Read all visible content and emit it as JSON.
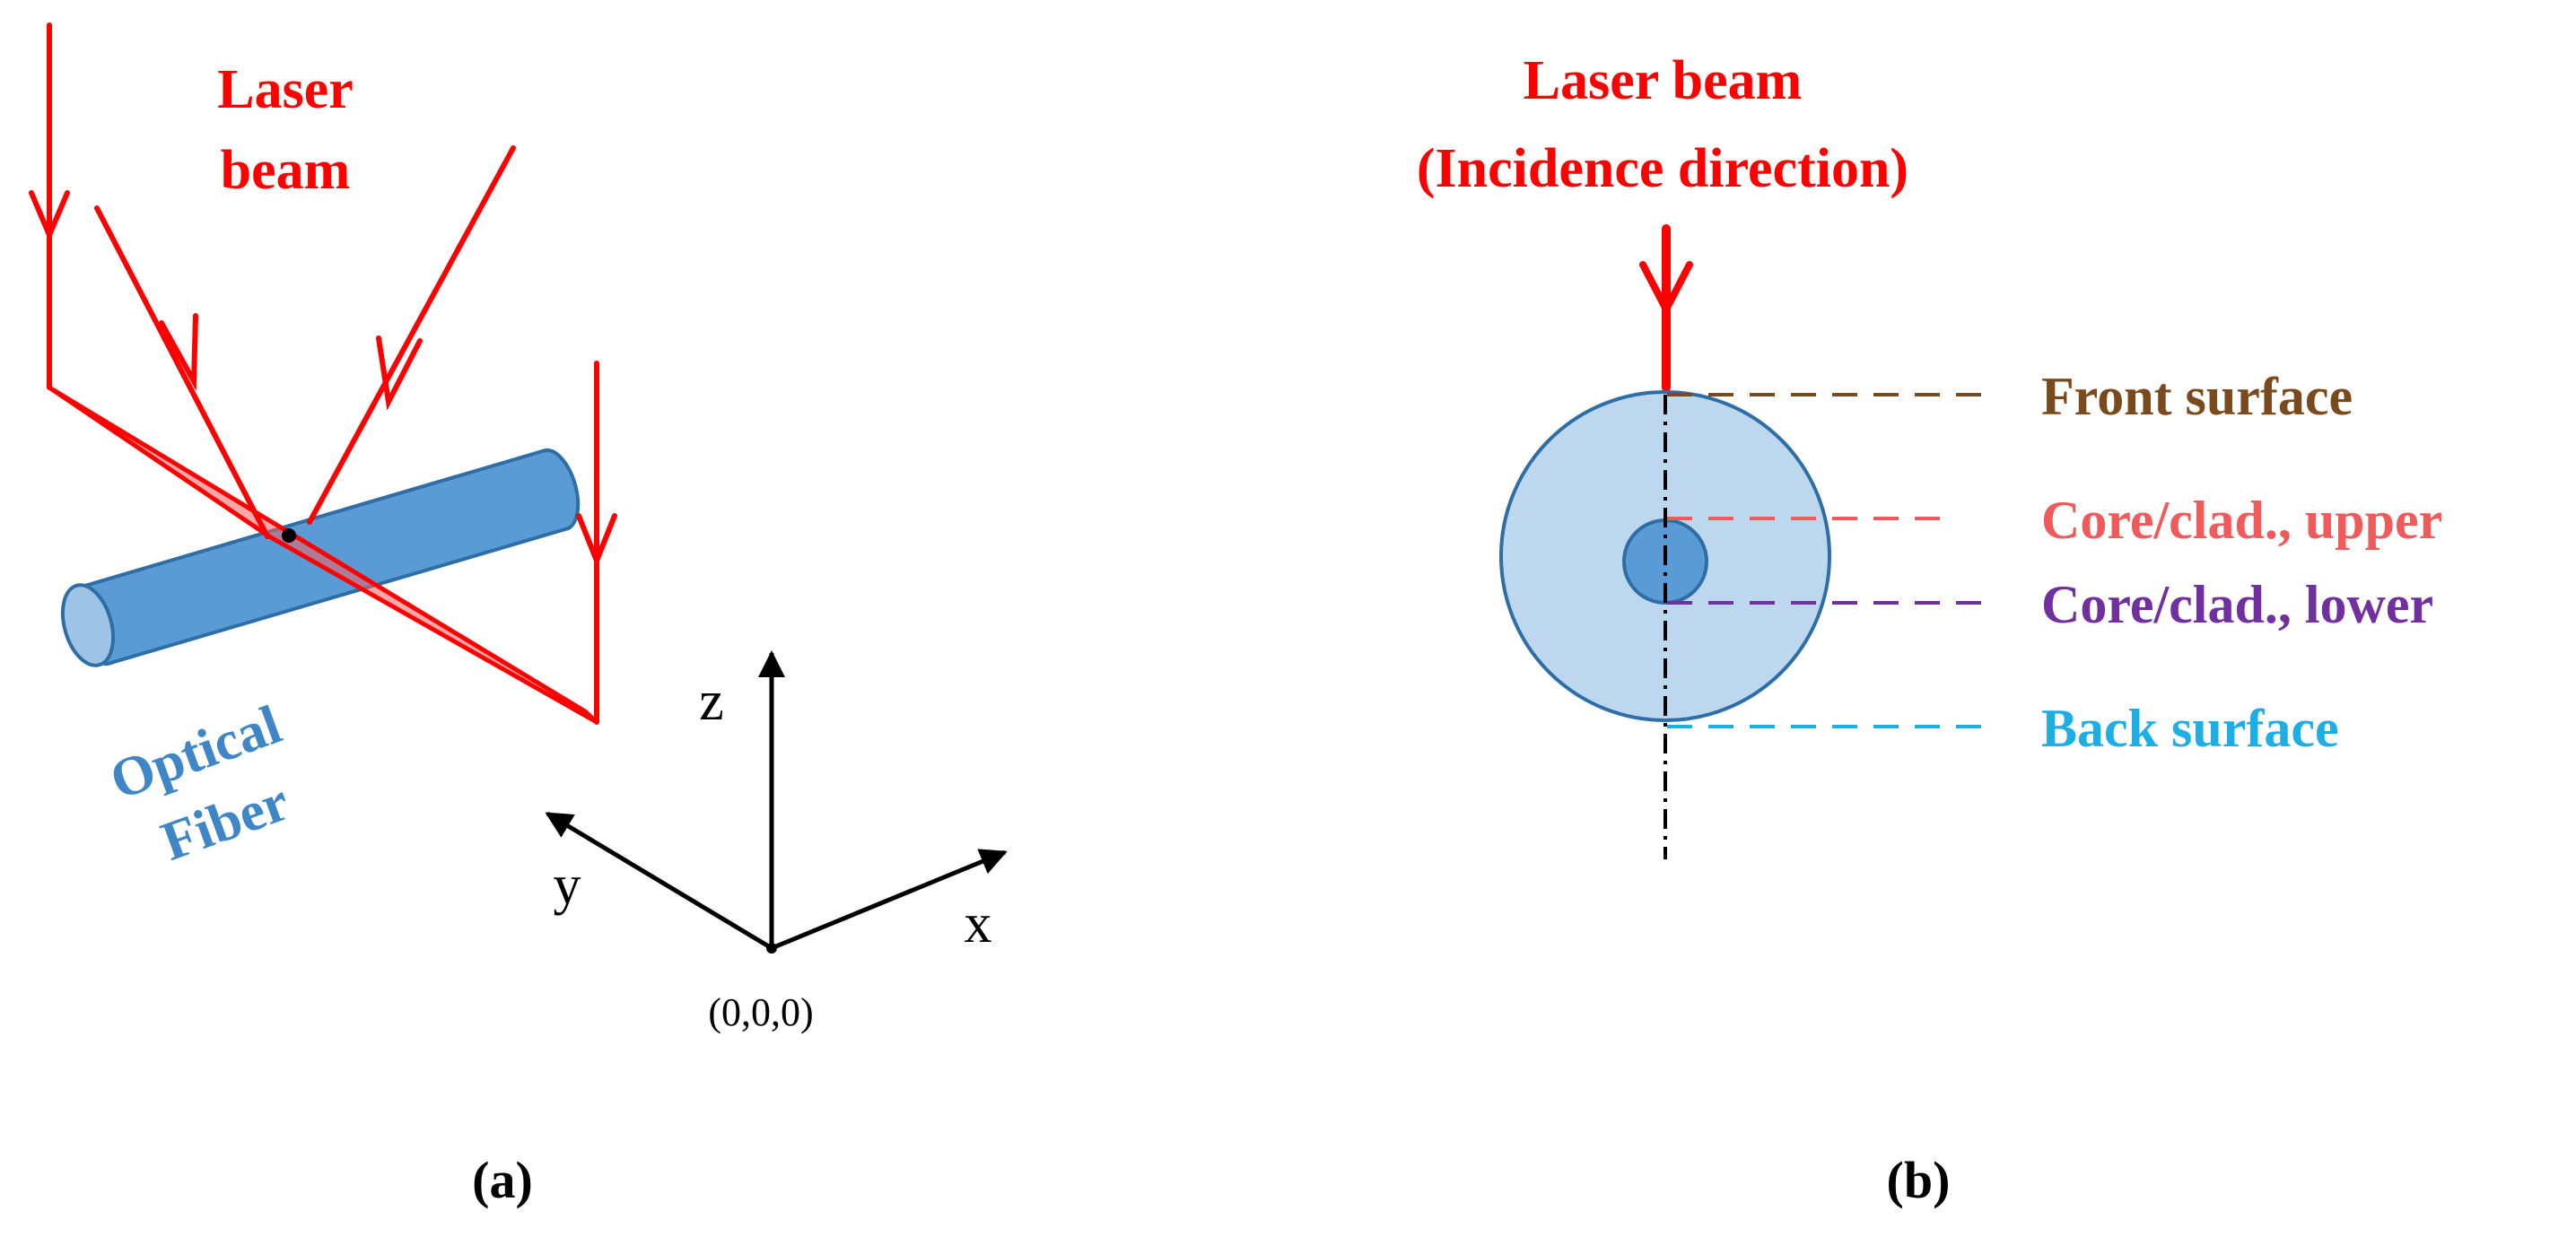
{
  "panel_a": {
    "beam_label_line1": "Laser",
    "beam_label_line2": "beam",
    "fiber_label_line1": "Optical",
    "fiber_label_line2": "Fiber",
    "axis_z": "z",
    "axis_y": "y",
    "axis_x": "x",
    "origin": "(0,0,0)",
    "caption": "(a)"
  },
  "panel_b": {
    "beam_label_line1": "Laser beam",
    "beam_label_line2": "(Incidence direction)",
    "surfaces": [
      {
        "label": "Front surface",
        "color": "#7b4a1c"
      },
      {
        "label": "Core/clad., upper",
        "color": "#f05a5a"
      },
      {
        "label": "Core/clad., lower",
        "color": "#7030a0"
      },
      {
        "label": "Back surface",
        "color": "#1eaee6"
      }
    ],
    "caption": "(b)"
  },
  "colors": {
    "laser": "#ff0000",
    "fiber": "#5b9bd5",
    "fiber_edge": "#2e6ea6",
    "cladding": "#bdd7ee",
    "core": "#5b9bd5"
  }
}
